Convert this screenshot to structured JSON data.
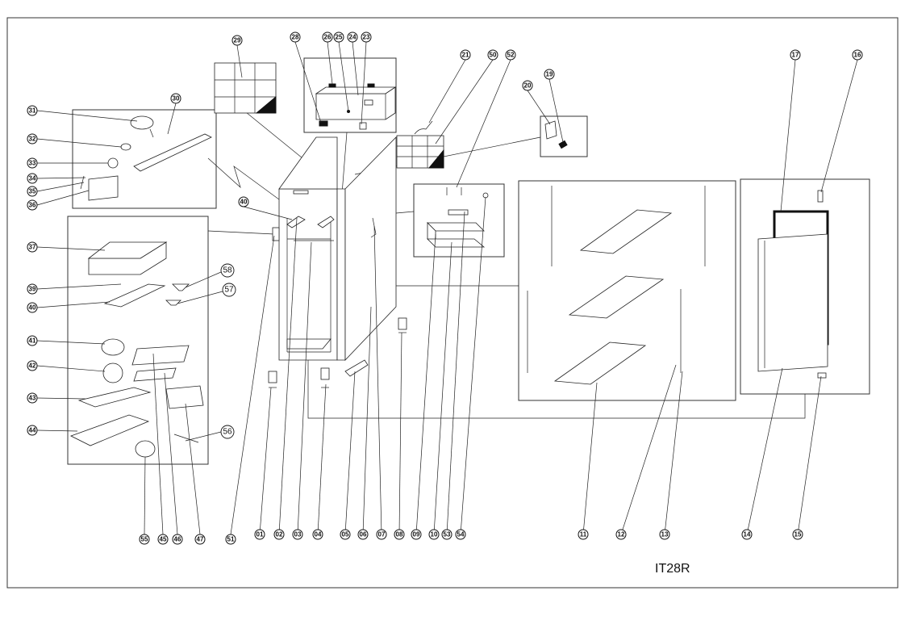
{
  "model_code": "IT28R",
  "callouts": [
    "29",
    "28",
    "26",
    "25",
    "24",
    "23",
    "21",
    "50",
    "52",
    "20",
    "19",
    "17",
    "16",
    "31",
    "30",
    "32",
    "33",
    "34",
    "35",
    "36",
    "40",
    "37",
    "39",
    "40",
    "58",
    "57",
    "41",
    "42",
    "43",
    "44",
    "56",
    "55",
    "45",
    "46",
    "47",
    "51",
    "01",
    "02",
    "03",
    "04",
    "05",
    "06",
    "07",
    "08",
    "09",
    "10",
    "53",
    "54",
    "11",
    "12",
    "13",
    "14",
    "15"
  ]
}
